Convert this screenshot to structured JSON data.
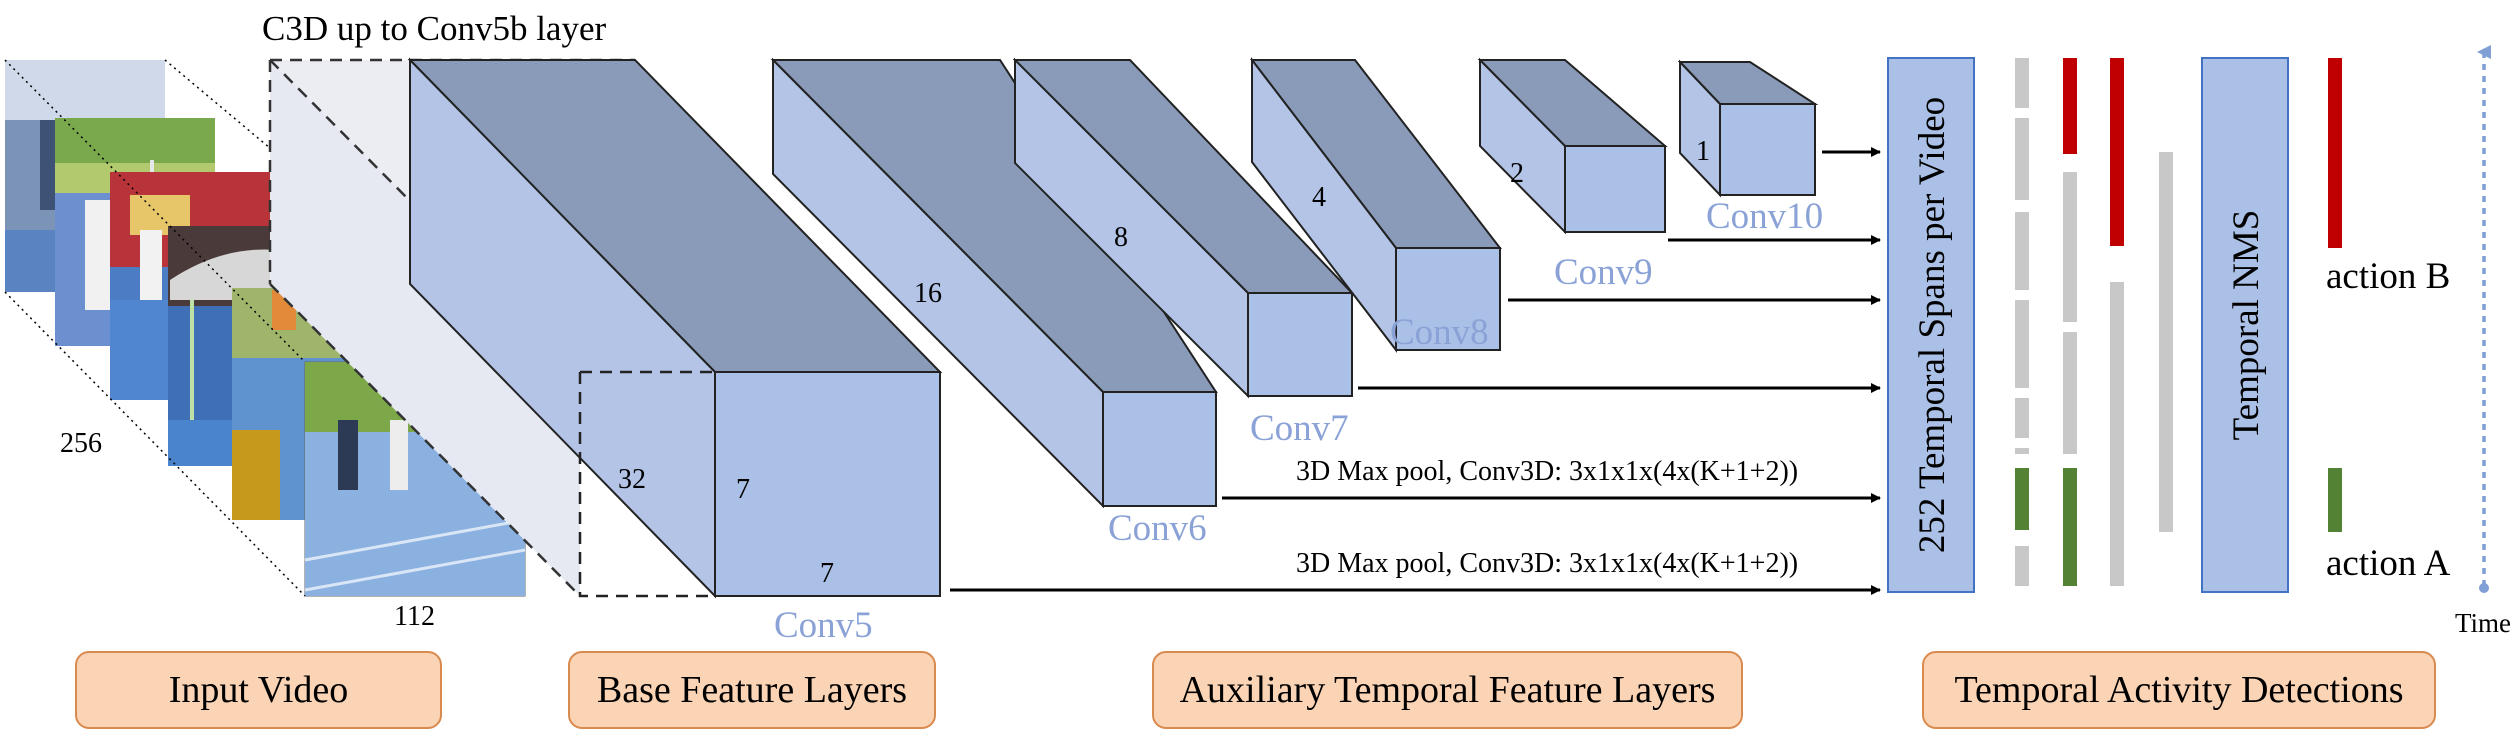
{
  "header": {
    "c3d_label": "C3D up to Conv5b layer"
  },
  "input": {
    "dim_a": "256",
    "dim_b": "112"
  },
  "base": {
    "conv5_label": "Conv5",
    "dim_32": "32",
    "dim_7_side": "7",
    "dim_7_bottom": "7"
  },
  "auxiliary": {
    "conv6": {
      "label": "Conv6",
      "dim": "16"
    },
    "conv7": {
      "label": "Conv7",
      "dim": "8"
    },
    "conv8": {
      "label": "Conv8",
      "dim": "4"
    },
    "conv9": {
      "label": "Conv9",
      "dim": "2"
    },
    "conv10": {
      "label": "Conv10",
      "dim": "1"
    }
  },
  "arrows": {
    "conv6_caption": "3D Max pool, Conv3D: 3x1x1x(4x(K+1+2))",
    "conv5_caption": "3D Max pool, Conv3D: 3x1x1x(4x(K+1+2))"
  },
  "detections": {
    "spans_label": "252 Temporal Spans per Video",
    "nms_label": "Temporal NMS",
    "action_b": "action B",
    "action_a": "action A",
    "time_label": "Time"
  },
  "stages": {
    "input_video": "Input Video",
    "base_feature": "Base Feature Layers",
    "aux_feature": "Auxiliary Temporal Feature Layers",
    "detections": "Temporal Activity Detections"
  },
  "colors": {
    "cube_top": "#8a9bba",
    "cube_side": "#b3c4e6",
    "cube_front": "#abc0e6",
    "label_blue": "#8aa2d6",
    "red": "#c00000",
    "green": "#548235",
    "gray": "#c8c8c8",
    "tag_fill": "#fbd3b5",
    "tag_border": "#d98a4f"
  }
}
